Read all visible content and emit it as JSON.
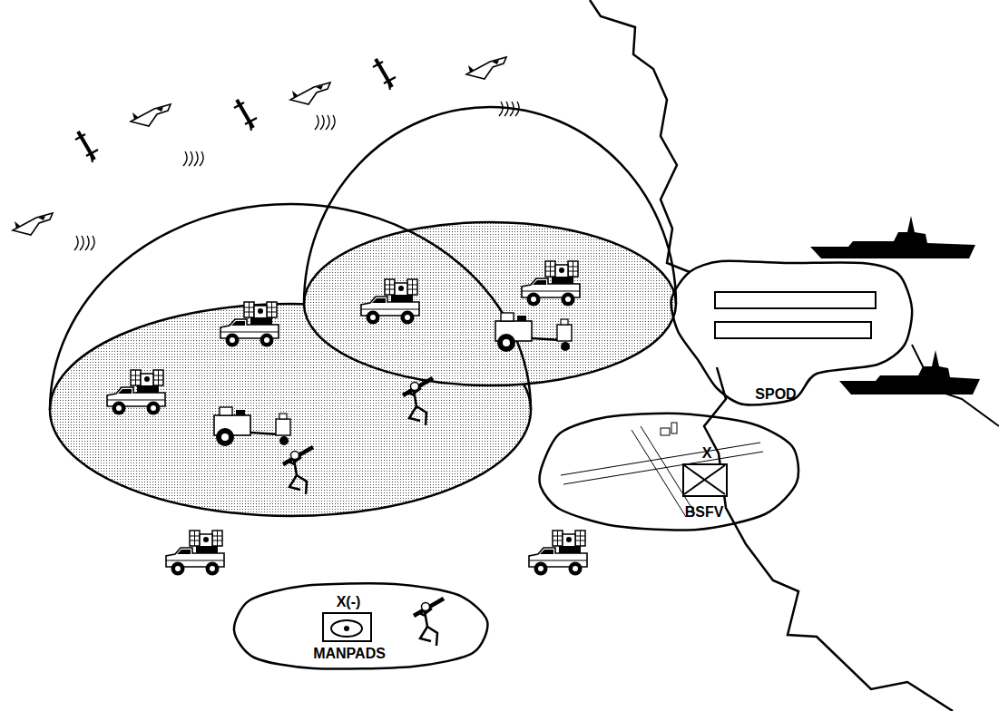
{
  "diagram": {
    "nodes": [
      {
        "text": [
          "SPOD"
        ]
      },
      {
        "text": [
          "BSFV"
        ]
      },
      {
        "text": [
          "X"
        ],
        "in": 1
      },
      {
        "text": [
          "MANPADS"
        ]
      },
      {
        "text": [
          "X(-)"
        ],
        "in": 3
      }
    ]
  }
}
